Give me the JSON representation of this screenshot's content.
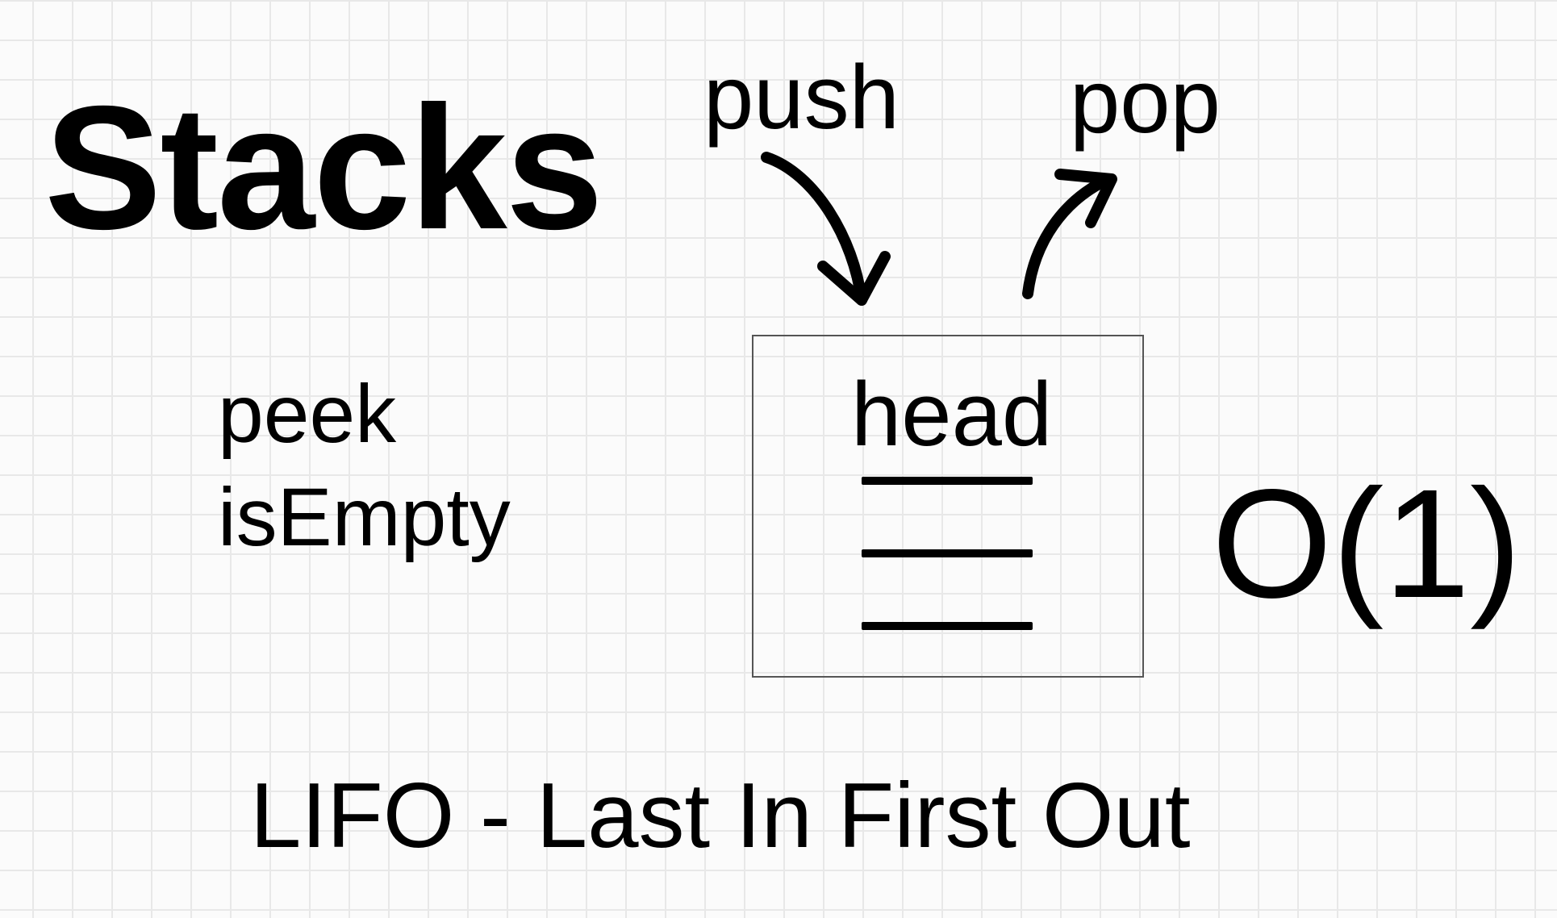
{
  "title": "Stacks",
  "operations": {
    "push": "push",
    "pop": "pop"
  },
  "side_operations": [
    "peek",
    "isEmpty"
  ],
  "stack": {
    "head_label": "head",
    "slot_count": 3
  },
  "complexity": "O(1)",
  "caption": "LIFO - Last In First Out"
}
